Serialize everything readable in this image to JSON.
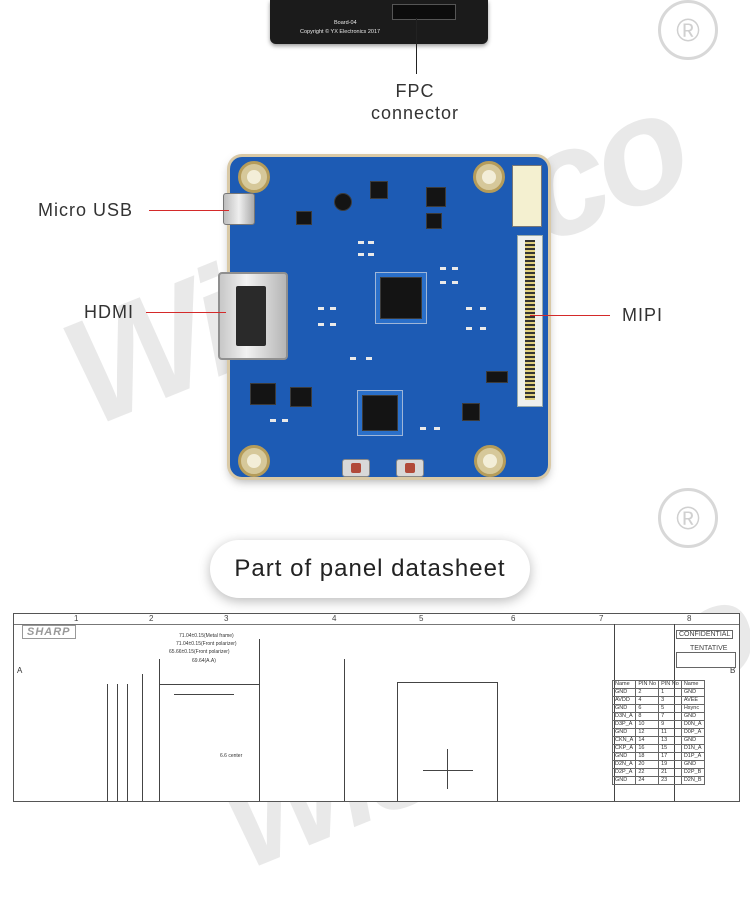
{
  "board_top": {
    "line1": "Board-04",
    "line2": "Copyright © YX Electronics 2017"
  },
  "labels": {
    "fpc_line1": "FPC",
    "fpc_line2": "connector",
    "micro_usb": "Micro USB",
    "hdmi": "HDMI",
    "mipi": "MIPI"
  },
  "section_title": "Part of panel datasheet",
  "watermark": {
    "text": "Wisecoco",
    "registered_symbol": "®"
  },
  "datasheet": {
    "brand": "SHARP",
    "confidential": "CONFIDENTIAL",
    "tentative": "TENTATIVE",
    "ruler": [
      "1",
      "2",
      "3",
      "4",
      "5",
      "6",
      "7",
      "8"
    ],
    "side_marks": [
      "A",
      "B"
    ],
    "pin_table": {
      "headers": [
        "Name",
        "PIN No",
        "PIN No",
        "Name"
      ],
      "rows": [
        [
          "GND",
          "2",
          "1",
          "GND"
        ],
        [
          "AVDD",
          "4",
          "3",
          "AVEE"
        ],
        [
          "GND",
          "6",
          "5",
          "Hsync"
        ],
        [
          "D3N_A",
          "8",
          "7",
          "GND"
        ],
        [
          "D3P_A",
          "10",
          "9",
          "D0N_A"
        ],
        [
          "GND",
          "12",
          "11",
          "D0P_A"
        ],
        [
          "CKN_A",
          "14",
          "13",
          "GND"
        ],
        [
          "CKP_A",
          "16",
          "15",
          "D1N_A"
        ],
        [
          "GND",
          "18",
          "17",
          "D1P_A"
        ],
        [
          "D2N_A",
          "20",
          "19",
          "GND"
        ],
        [
          "D2P_A",
          "22",
          "21",
          "D2P_B"
        ],
        [
          "GND",
          "24",
          "23",
          "D2N_B"
        ]
      ]
    },
    "dims": [
      "71.04±0.15(Metal frame)",
      "71.04±0.15(Front polarizer)",
      "65.66±0.15(Front polarizer)",
      "69.64(A.A)",
      "6.6 center"
    ]
  },
  "colors": {
    "pcb": "#1d5bb4",
    "leader_line": "#d42a2a"
  }
}
